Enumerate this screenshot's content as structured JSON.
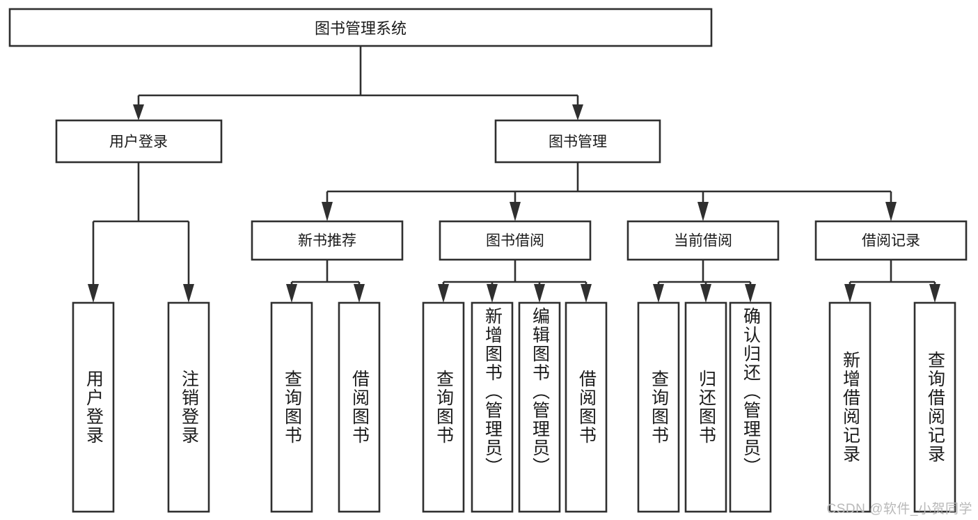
{
  "diagram": {
    "title": "图书管理系统",
    "type": "tree-hierarchy",
    "root": {
      "label": "图书管理系统"
    },
    "level2": [
      {
        "label": "用户登录"
      },
      {
        "label": "图书管理"
      }
    ],
    "level3": [
      {
        "label": "新书推荐"
      },
      {
        "label": "图书借阅"
      },
      {
        "label": "当前借阅"
      },
      {
        "label": "借阅记录"
      }
    ],
    "leaves": {
      "user_login": [
        {
          "label": "用户登录"
        },
        {
          "label": "注销登录"
        }
      ],
      "new_book_recommend": [
        {
          "label": "查询图书"
        },
        {
          "label": "借阅图书"
        }
      ],
      "book_borrow": [
        {
          "label": "查询图书"
        },
        {
          "label": "新增图书（管理员）"
        },
        {
          "label": "编辑图书（管理员）"
        },
        {
          "label": "借阅图书"
        }
      ],
      "current_borrow": [
        {
          "label": "查询图书"
        },
        {
          "label": "归还图书"
        },
        {
          "label": "确认归还（管理员）"
        }
      ],
      "borrow_record": [
        {
          "label": "新增借阅记录"
        },
        {
          "label": "查询借阅记录"
        }
      ]
    }
  },
  "watermark": {
    "text": "CSDN @软件_小贺同学"
  },
  "colors": {
    "stroke": "#2f2f2f",
    "box_fill": "#ffffff",
    "text": "#1a1a1a",
    "background": "#ffffff",
    "watermark": "#b9b9b9"
  }
}
